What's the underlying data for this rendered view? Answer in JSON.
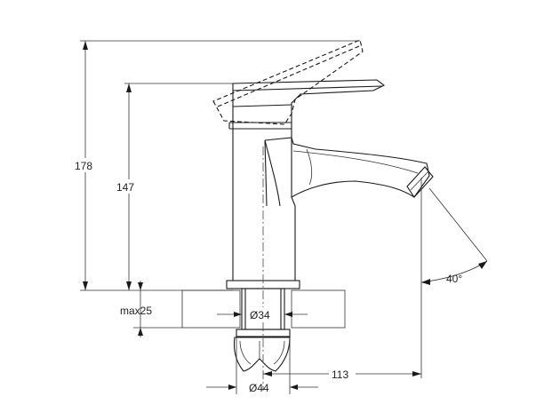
{
  "dimensions": {
    "overall_height": "178",
    "spout_height": "147",
    "max_deck_thickness": "max25",
    "shank_diameter": "Ø34",
    "base_diameter": "Ø44",
    "projection": "113",
    "spray_angle": "40°"
  },
  "colors": {
    "line": "#1a1a1a",
    "background": "#ffffff"
  }
}
